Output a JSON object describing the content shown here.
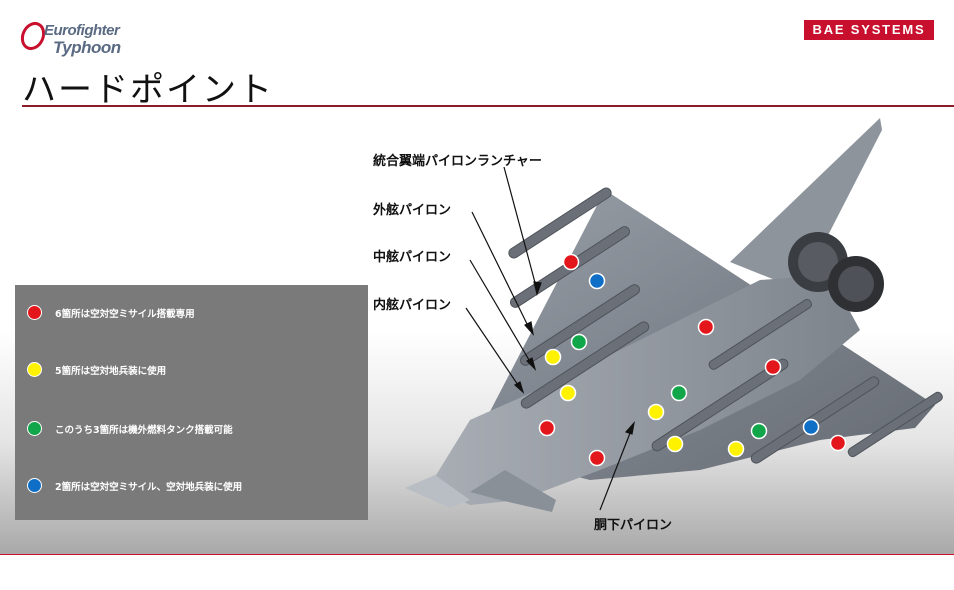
{
  "header": {
    "eurofighter_logo": {
      "line1": "Eurofighter",
      "line2": "Typhoon"
    },
    "bae_logo": "BAE SYSTEMS",
    "title": "ハードポイント"
  },
  "colors": {
    "accent_red": "#c8102e",
    "rule": "#8b1a2b",
    "legend_bg": "#7a7a7a",
    "dot_red": "#e3161b",
    "dot_yellow": "#fff200",
    "dot_green": "#12a64a",
    "dot_blue": "#0f6fc6"
  },
  "legend": [
    {
      "color": "red",
      "text": "6箇所は空対空ミサイル搭載専用"
    },
    {
      "color": "yellow",
      "text": "5箇所は空対地兵装に使用"
    },
    {
      "color": "green",
      "text": "このうち3箇所は機外燃料タンク搭載可能"
    },
    {
      "color": "blue",
      "text": "2箇所は空対空ミサイル、空対地兵装に使用"
    }
  ],
  "callouts": {
    "wingtip": "統合翼端パイロンランチャー",
    "outer": "外舷パイロン",
    "middle": "中舷パイロン",
    "inner": "内舷パイロン",
    "fuselage": "胴下パイロン"
  },
  "hardpoints": [
    {
      "color": "red"
    },
    {
      "color": "blue"
    },
    {
      "color": "green"
    },
    {
      "color": "yellow"
    },
    {
      "color": "yellow"
    },
    {
      "color": "red"
    },
    {
      "color": "red"
    },
    {
      "color": "red"
    },
    {
      "color": "green"
    },
    {
      "color": "yellow"
    },
    {
      "color": "yellow"
    },
    {
      "color": "yellow"
    },
    {
      "color": "green"
    },
    {
      "color": "blue"
    },
    {
      "color": "red"
    },
    {
      "color": "red"
    }
  ]
}
